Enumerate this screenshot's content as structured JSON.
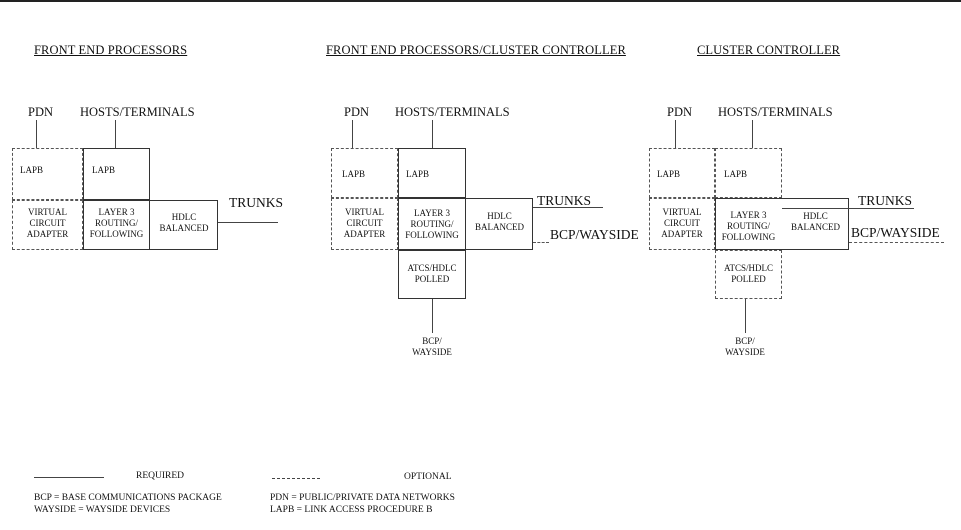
{
  "titles": {
    "fep": "FRONT END PROCESSORS",
    "fep_cc": "FRONT END PROCESSORS/CLUSTER CONTROLLER",
    "cc": "CLUSTER CONTROLLER"
  },
  "labels": {
    "pdn": "PDN",
    "hosts": "HOSTS/TERMINALS",
    "lapb": "LAPB",
    "vca": [
      "VIRTUAL",
      "CIRCUIT",
      "ADAPTER"
    ],
    "layer3": [
      "LAYER 3",
      "ROUTING/",
      "FOLLOWING"
    ],
    "hdlc": [
      "HDLC",
      "BALANCED"
    ],
    "trunks": "TRUNKS",
    "bcp_wayside": "BCP/WAYSIDE",
    "atcs": [
      "ATCS/HDLC",
      "POLLED"
    ],
    "bcp_slash": "BCP/",
    "wayside": "WAYSIDE"
  },
  "legend": {
    "required": "REQUIRED",
    "optional": "OPTIONAL",
    "bcp_def": "BCP  =  BASE COMMUNICATIONS PACKAGE",
    "wayside_def": "WAYSIDE  =  WAYSIDE DEVICES",
    "pdn_def": "PDN  =  PUBLIC/PRIVATE DATA NETWORKS",
    "lapb_def": "LAPB  =  LINK ACCESS PROCEDURE B"
  }
}
